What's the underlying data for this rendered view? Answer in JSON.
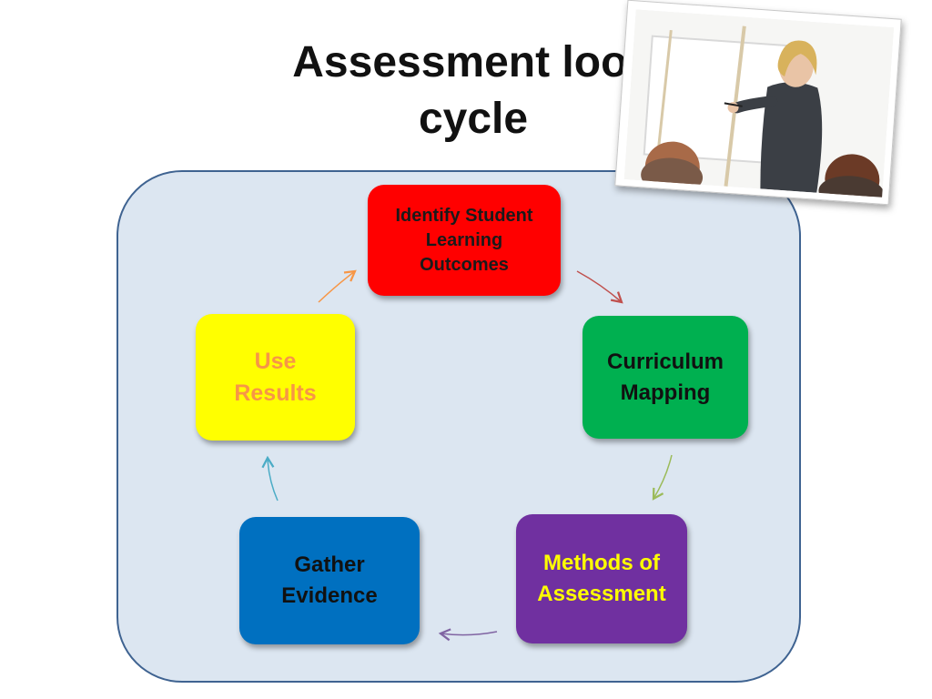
{
  "slide": {
    "title": "Assessment loop\ncycle"
  },
  "cycle": {
    "steps": [
      {
        "id": "identify",
        "label": "Identify Student\nLearning\nOutcomes",
        "fill": "#ff0000",
        "text_color": "#1a1a1a"
      },
      {
        "id": "curriculum",
        "label": "Curriculum\nMapping",
        "fill": "#00b050",
        "text_color": "#111111"
      },
      {
        "id": "methods",
        "label": "Methods of\nAssessment",
        "fill": "#7030a0",
        "text_color": "#ffff00"
      },
      {
        "id": "gather",
        "label": "Gather\nEvidence",
        "fill": "#0070c0",
        "text_color": "#111111"
      },
      {
        "id": "use",
        "label": "Use\nResults",
        "fill": "#ffff00",
        "text_color": "#f79646"
      }
    ],
    "arrow_colors": {
      "identify_to_curriculum": "#c0504d",
      "curriculum_to_methods": "#9bbb59",
      "methods_to_gather": "#8064a2",
      "gather_to_use": "#4bacc6",
      "use_to_identify": "#f79646"
    }
  },
  "photo": {
    "icon": "teacher-at-whiteboard-photo"
  }
}
